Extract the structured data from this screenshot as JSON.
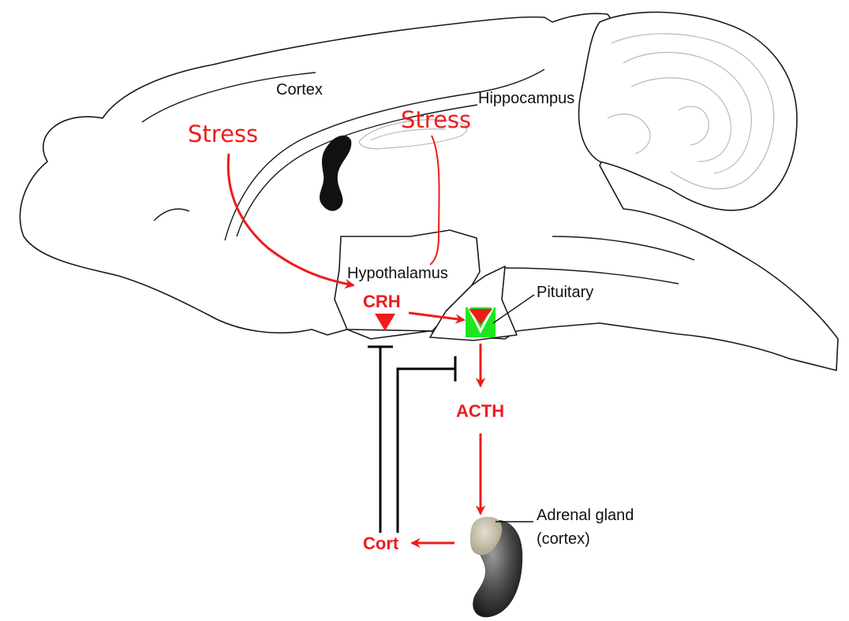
{
  "colors": {
    "pathway": "#ee1c1c",
    "inhibition": "#000000",
    "receptor": "#1ee61e",
    "outline": "#1a1a1a",
    "fold_gray": "#b9b9b9",
    "kidney_dark": "#222222",
    "adrenal_tan": "#c9c0a8"
  },
  "labels": {
    "cortex": "Cortex",
    "hippocampus": "Hippocampus",
    "stress_cortex": "Stress",
    "stress_hippocampus": "Stress",
    "hypothalamus": "Hypothalamus",
    "pituitary": "Pituitary",
    "crh": "CRH",
    "acth": "ACTH",
    "cort": "Cort",
    "adrenal_line1": "Adrenal gland",
    "adrenal_line2": "(cortex)"
  },
  "icons": {
    "crh_release": "red-triangle-icon",
    "receptor": "green-receptor-icon",
    "adrenal": "kidney-adrenal-icon"
  },
  "connections": [
    {
      "from": "Stress (cortex)",
      "to": "Hypothalamus",
      "type": "activation"
    },
    {
      "from": "Stress (hippocampus)",
      "to": "Hypothalamus",
      "type": "modulation"
    },
    {
      "from": "CRH",
      "to": "Pituitary",
      "type": "activation"
    },
    {
      "from": "Pituitary",
      "to": "ACTH",
      "type": "activation"
    },
    {
      "from": "ACTH",
      "to": "Adrenal gland (cortex)",
      "type": "activation"
    },
    {
      "from": "Adrenal gland (cortex)",
      "to": "Cort",
      "type": "activation"
    },
    {
      "from": "Cort",
      "to": "Hypothalamus",
      "type": "inhibition"
    },
    {
      "from": "Cort",
      "to": "Pituitary",
      "type": "inhibition"
    }
  ]
}
